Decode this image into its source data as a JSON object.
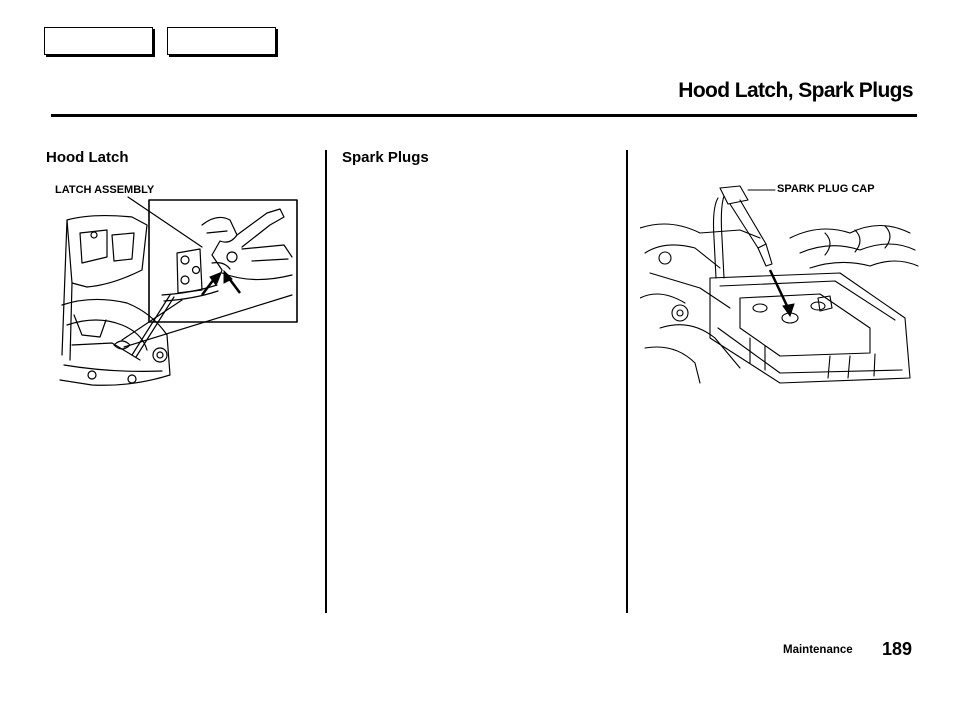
{
  "header": {
    "title": "Hood Latch, Spark Plugs"
  },
  "sections": {
    "hood_latch": {
      "heading": "Hood Latch",
      "figure_callout": "LATCH ASSEMBLY"
    },
    "spark_plugs": {
      "heading": "Spark Plugs",
      "figure_callout": "SPARK PLUG CAP"
    }
  },
  "footer": {
    "section_name": "Maintenance",
    "page_number": "189"
  }
}
